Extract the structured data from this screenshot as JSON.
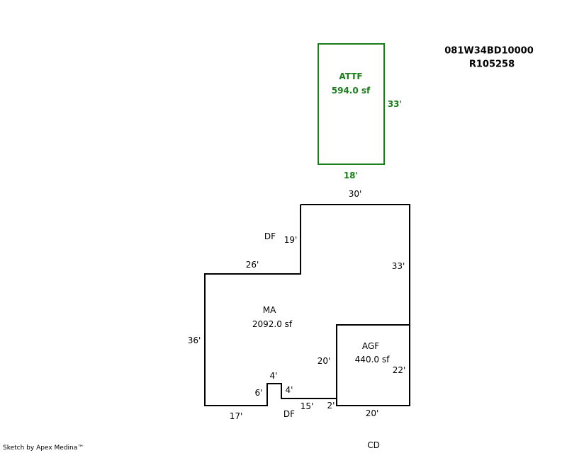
{
  "parcel": {
    "map_number": "081W34BD10000",
    "account": "R105258"
  },
  "attf": {
    "name": "ATTF",
    "area": "594.0 sf",
    "dim_right": "33'",
    "dim_bottom": "18'"
  },
  "main_area": {
    "name": "MA",
    "area": "2092.0 sf",
    "dims": {
      "top": "30'",
      "upper_left_vertical": "19'",
      "upper_left_label": "DF",
      "step_horizontal": "26'",
      "right": "33'",
      "left": "36'",
      "bottom_left": "17'",
      "notch_left": "6'",
      "notch_top": "4'",
      "notch_right": "4'",
      "bottom_mid": "15'",
      "bottom_mid_label": "DF",
      "small_step": "2'",
      "inner_vertical": "20'"
    }
  },
  "garage": {
    "name": "AGF",
    "area": "440.0 sf",
    "dim_right": "22'",
    "dim_bottom": "20'",
    "below_label": "CD"
  },
  "footer": {
    "credit": "Sketch by Apex Medina™"
  },
  "colors": {
    "attf_stroke": "#1a7f1a",
    "outline_stroke": "#000000"
  }
}
